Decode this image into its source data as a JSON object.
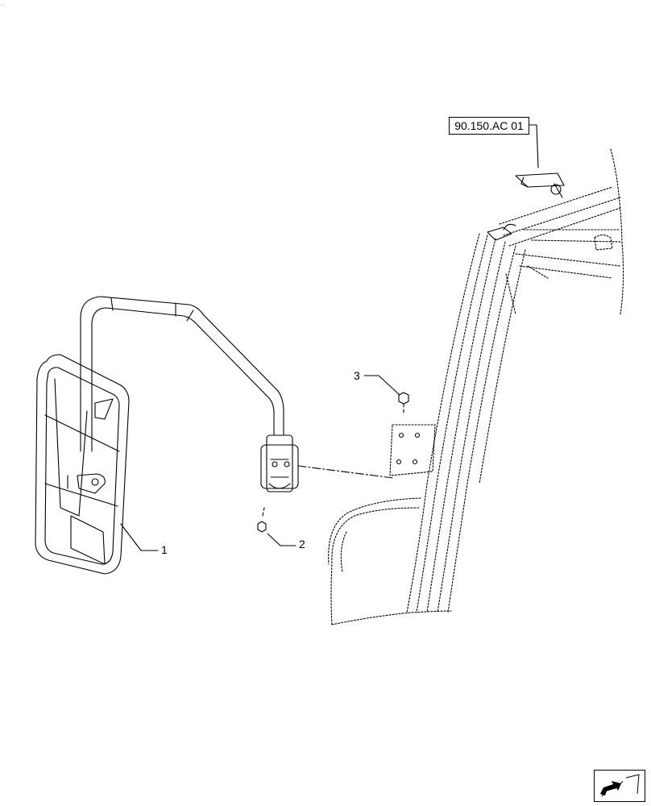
{
  "reference": {
    "label": "90.150.AC 01"
  },
  "callouts": [
    {
      "id": "1",
      "label": "1"
    },
    {
      "id": "2",
      "label": "2"
    },
    {
      "id": "3",
      "label": "3"
    }
  ],
  "corner_mark": ".",
  "icons": {
    "navigation": "arrow-navigation-icon"
  }
}
